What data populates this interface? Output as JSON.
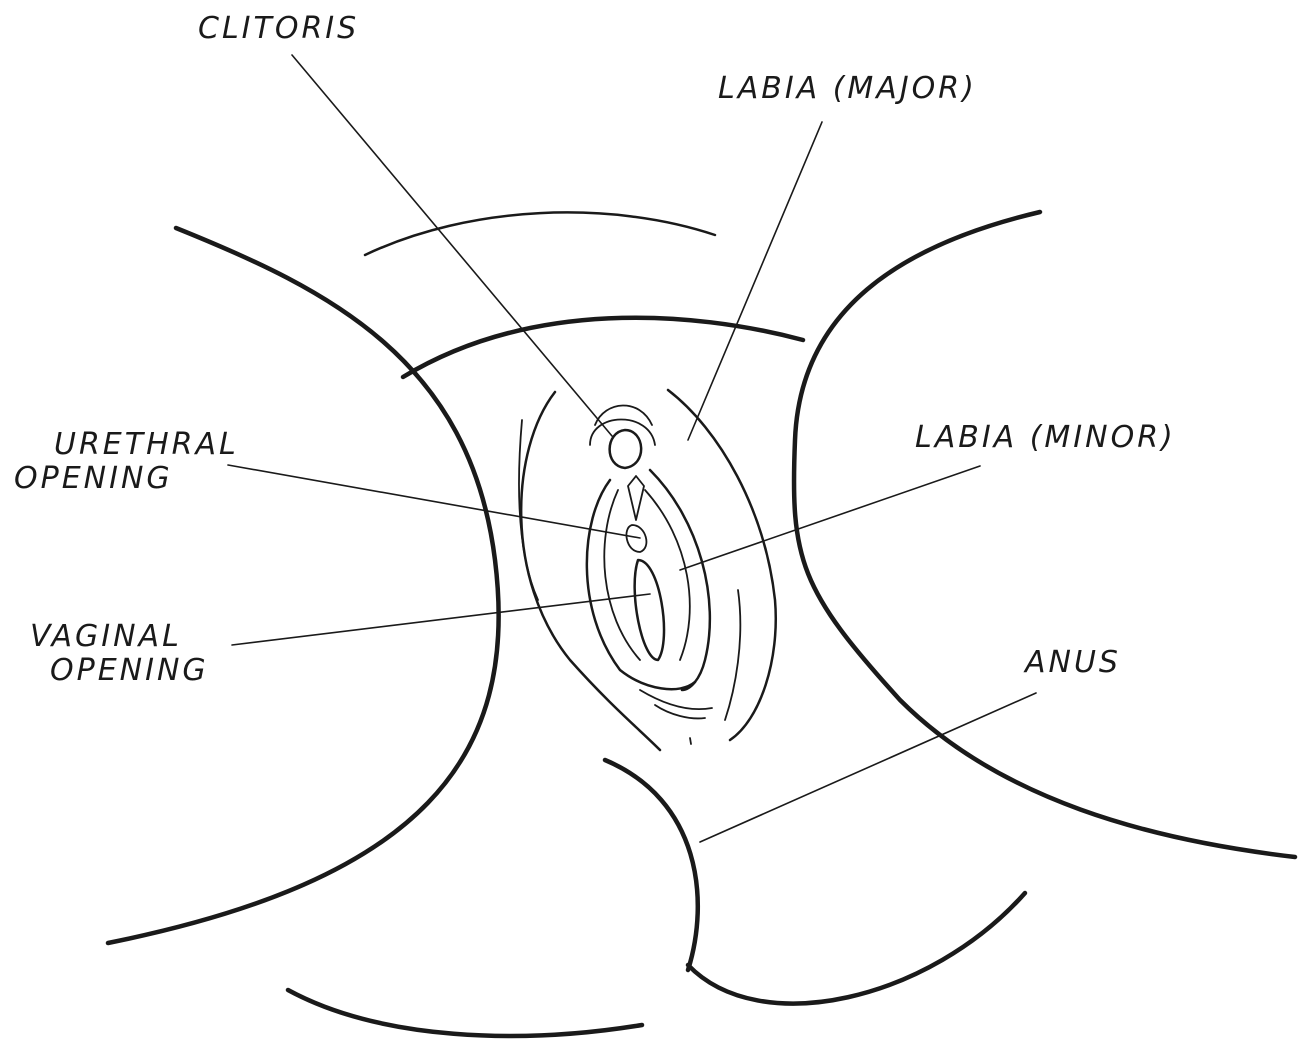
{
  "colors": {
    "ink": "#1a1a1a",
    "paper": "#ffffff"
  },
  "labels": {
    "clitoris": "CLITORIS",
    "labia_major": "LABIA (MAJOR)",
    "labia_minor": "LABIA (MINOR)",
    "urethral_line1": "URETHRAL",
    "urethral_line2": "OPENING",
    "vaginal_line1": "VAGINAL",
    "vaginal_line2": "OPENING",
    "anus": "ANUS"
  }
}
